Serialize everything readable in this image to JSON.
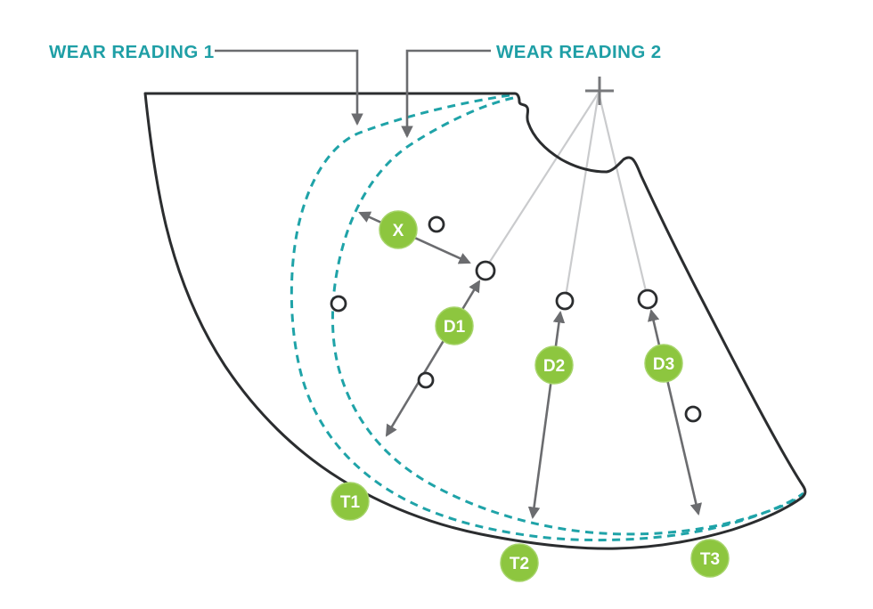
{
  "labels": {
    "wear_reading_1": "WEAR READING 1",
    "wear_reading_2": "WEAR READING 2"
  },
  "callouts": {
    "x": {
      "label": "X"
    },
    "d1": {
      "label": "D1"
    },
    "d2": {
      "label": "D2"
    },
    "d3": {
      "label": "D3"
    },
    "t1": {
      "label": "T1"
    },
    "t2": {
      "label": "T2"
    },
    "t3": {
      "label": "T3"
    }
  },
  "colors": {
    "teal_line": "#1fa3a8",
    "teal_text": "#1f9fa6",
    "callout_green": "#8dc63f",
    "outline_black": "#2b2d2f",
    "arrow_gray": "#6b6c6f",
    "radial_light_gray": "#cacbcd",
    "background": "#ffffff"
  }
}
